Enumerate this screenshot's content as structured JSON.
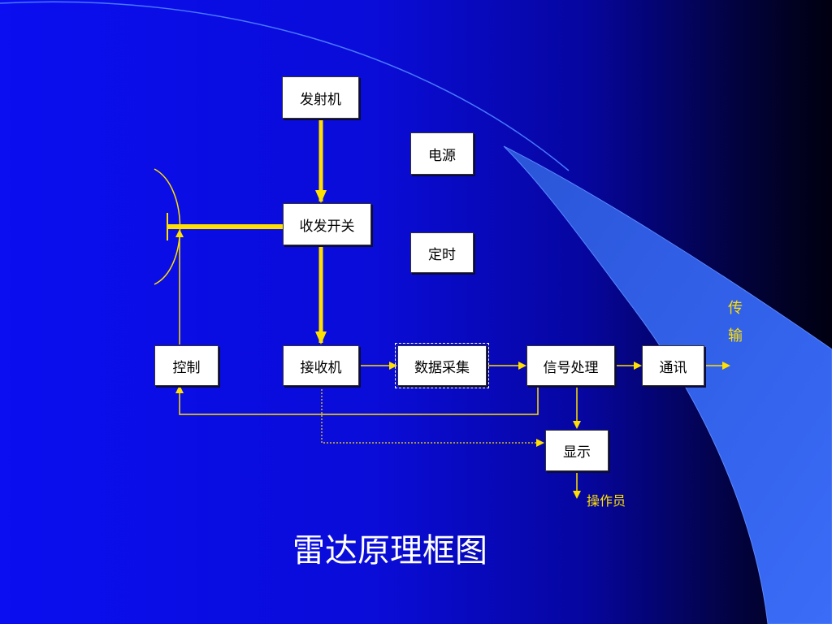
{
  "title": "雷达原理框图",
  "blocks": {
    "transmitter": "发射机",
    "power": "电源",
    "duplexer": "收发开关",
    "timing": "定时",
    "control": "控制",
    "receiver": "接收机",
    "data_acquisition": "数据采集",
    "signal_processing": "信号处理",
    "communication": "通讯",
    "display": "显示"
  },
  "labels": {
    "transmission": "传输",
    "operator": "操作员"
  },
  "colors": {
    "arrow": "#ffe000",
    "box_fill": "#ffffff",
    "light_wedge": "#3a6cf0"
  }
}
